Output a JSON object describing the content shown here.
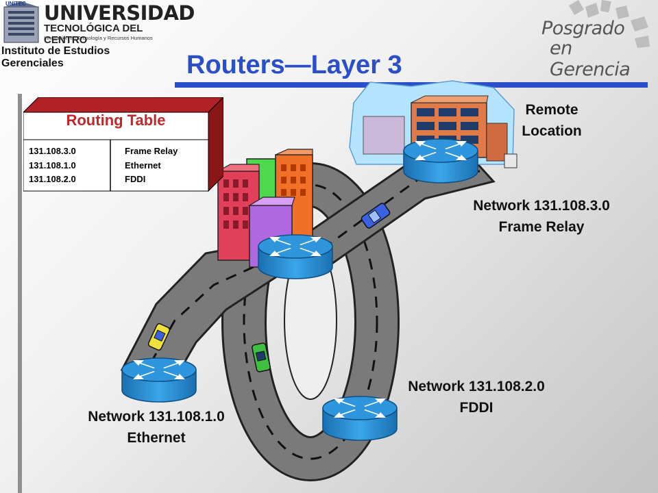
{
  "header": {
    "university": {
      "badge": "UNITEC",
      "name": "UNIVERSIDAD",
      "subname": "TECNOLÓGICA DEL CENTRO",
      "tagline": "Innovación en Tecnología y Recursos Humanos",
      "institute": "Instituto de Estudios Gerenciales"
    },
    "program": {
      "line1": "Posgrado",
      "line2": "en Gerencia"
    }
  },
  "title": "Routers—Layer 3",
  "routing_table": {
    "title": "Routing Table",
    "rows": [
      {
        "network": "131.108.3.0",
        "interface": "Frame Relay"
      },
      {
        "network": "131.108.1.0",
        "interface": "Ethernet"
      },
      {
        "network": "131.108.2.0",
        "interface": "FDDI"
      }
    ]
  },
  "remote": {
    "line1": "Remote",
    "line2": "Location"
  },
  "networks": {
    "frame_relay": {
      "line1": "Network 131.108.3.0",
      "line2": "Frame Relay"
    },
    "fddi": {
      "line1": "Network 131.108.2.0",
      "line2": "FDDI"
    },
    "ethernet": {
      "line1": "Network 131.108.1.0",
      "line2": "Ethernet"
    }
  },
  "colors": {
    "title_blue": "#2b4fc8",
    "table_red": "#c0282c",
    "router_blue": "#2a8fd6"
  },
  "icons": [
    "university-logo",
    "posgrado-logo",
    "router-icon",
    "car-icon",
    "office-building",
    "city-buildings"
  ]
}
